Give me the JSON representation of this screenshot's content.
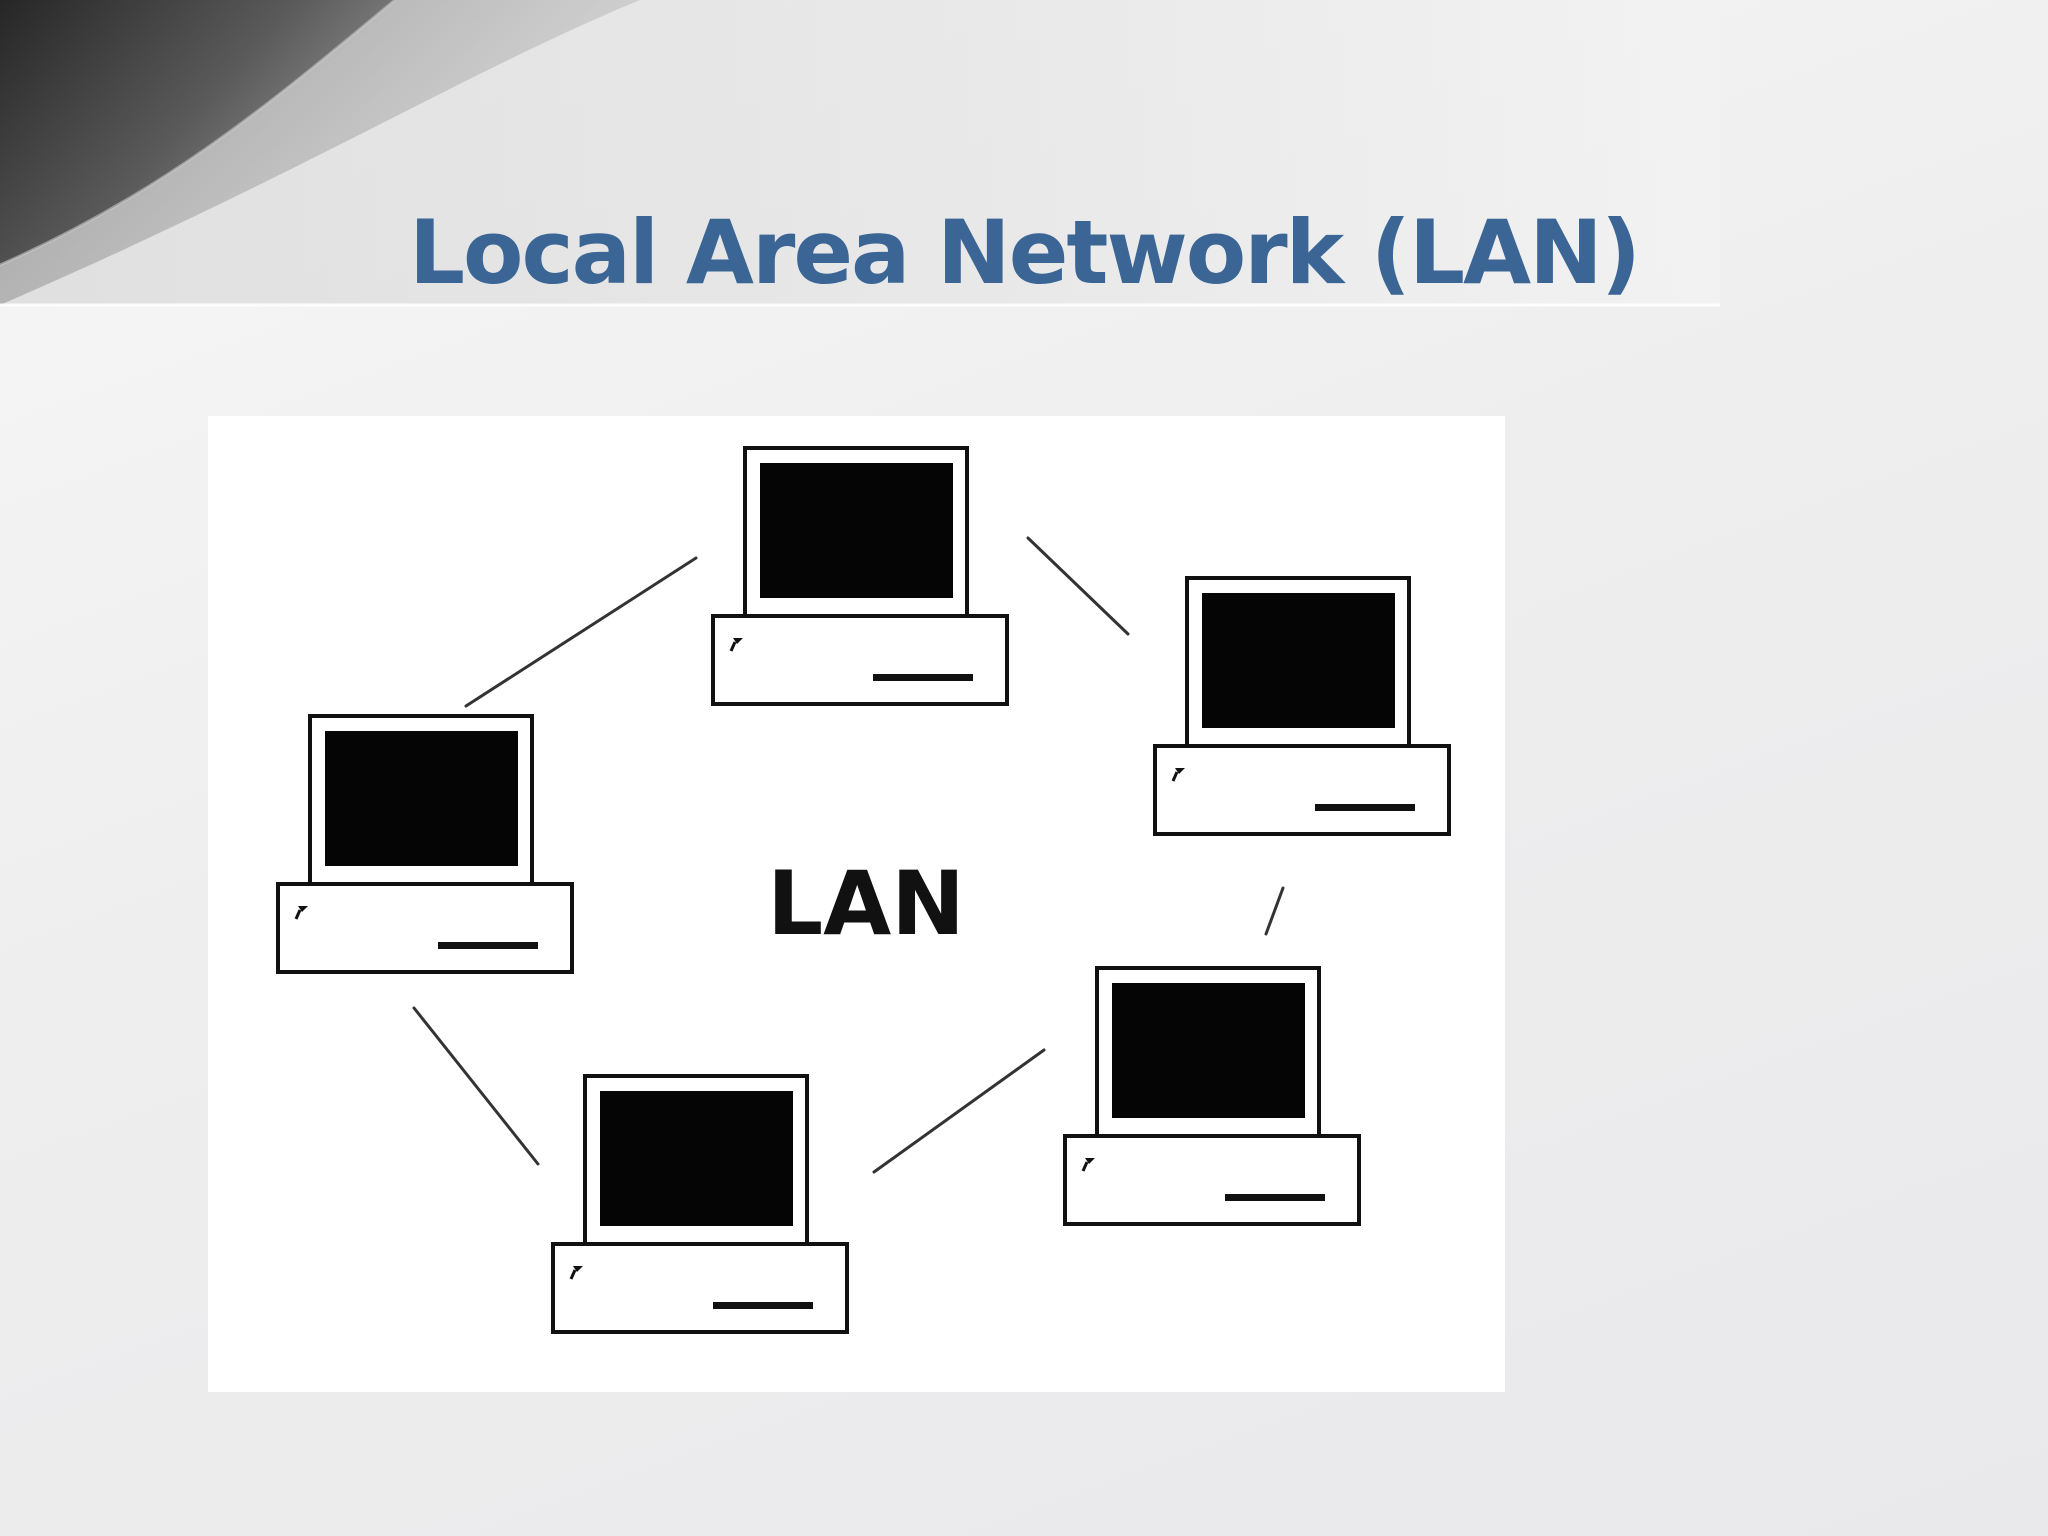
{
  "slide": {
    "title": "Local Area Network (LAN)"
  },
  "diagram": {
    "center_label": "LAN",
    "nodes": [
      {
        "id": "computer-top"
      },
      {
        "id": "computer-right"
      },
      {
        "id": "computer-bottom-right"
      },
      {
        "id": "computer-bottom-left"
      },
      {
        "id": "computer-left"
      }
    ],
    "links": [
      {
        "from": "computer-top",
        "to": "computer-right"
      },
      {
        "from": "computer-right",
        "to": "computer-bottom-right"
      },
      {
        "from": "computer-bottom-right",
        "to": "computer-bottom-left"
      },
      {
        "from": "computer-bottom-left",
        "to": "computer-left"
      },
      {
        "from": "computer-left",
        "to": "computer-top"
      }
    ]
  },
  "colors": {
    "title": "#3a6595",
    "panel": "#ffffff",
    "ink": "#111111"
  }
}
